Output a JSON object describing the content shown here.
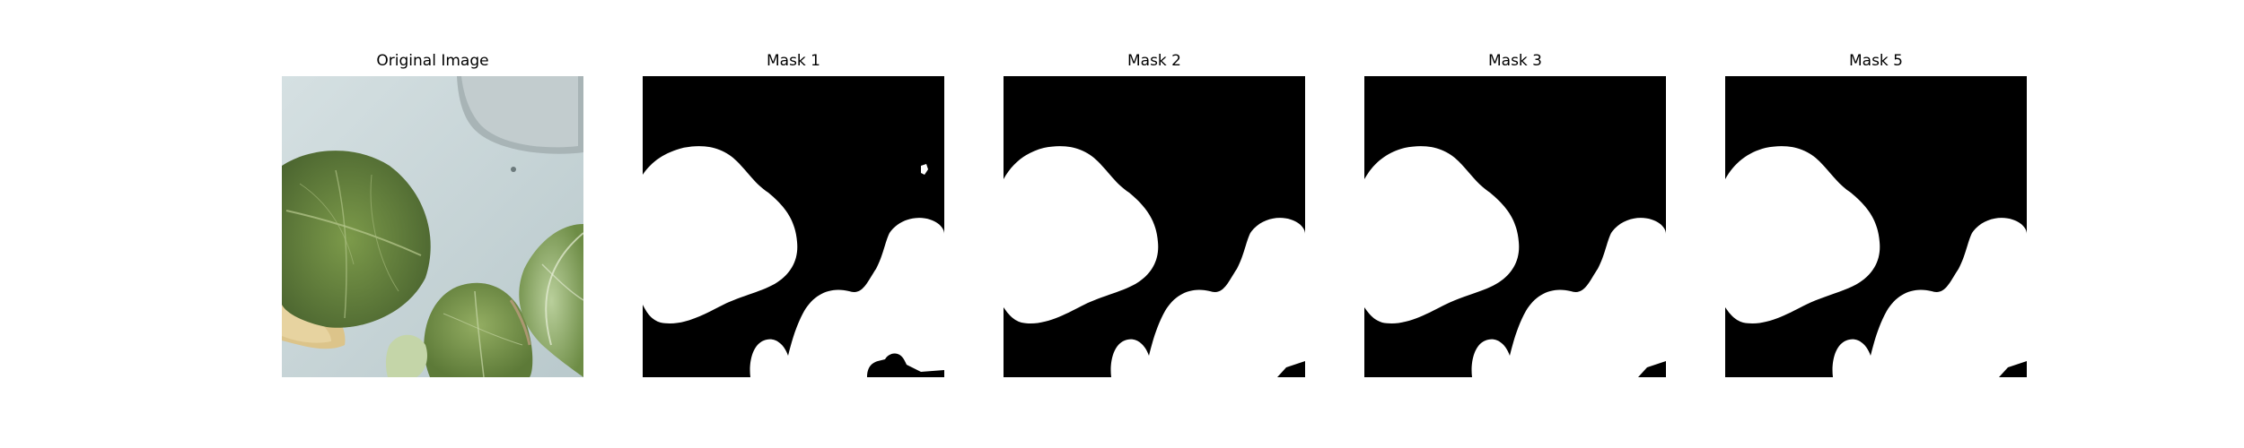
{
  "figure": {
    "panels": [
      {
        "id": "original",
        "title": "Original Image",
        "kind": "photo"
      },
      {
        "id": "mask1",
        "title": "Mask 1",
        "kind": "mask"
      },
      {
        "id": "mask2",
        "title": "Mask 2",
        "kind": "mask"
      },
      {
        "id": "mask3",
        "title": "Mask 3",
        "kind": "mask"
      },
      {
        "id": "mask5",
        "title": "Mask 5",
        "kind": "mask"
      }
    ],
    "colors": {
      "background": "#ffffff",
      "mask_background": "#000000",
      "mask_foreground": "#ffffff",
      "photo_background": "#c9d6d8",
      "leaf_dark": "#5f7a3a",
      "leaf_light": "#9cb57a",
      "leaf_pale": "#dcc48a"
    }
  }
}
